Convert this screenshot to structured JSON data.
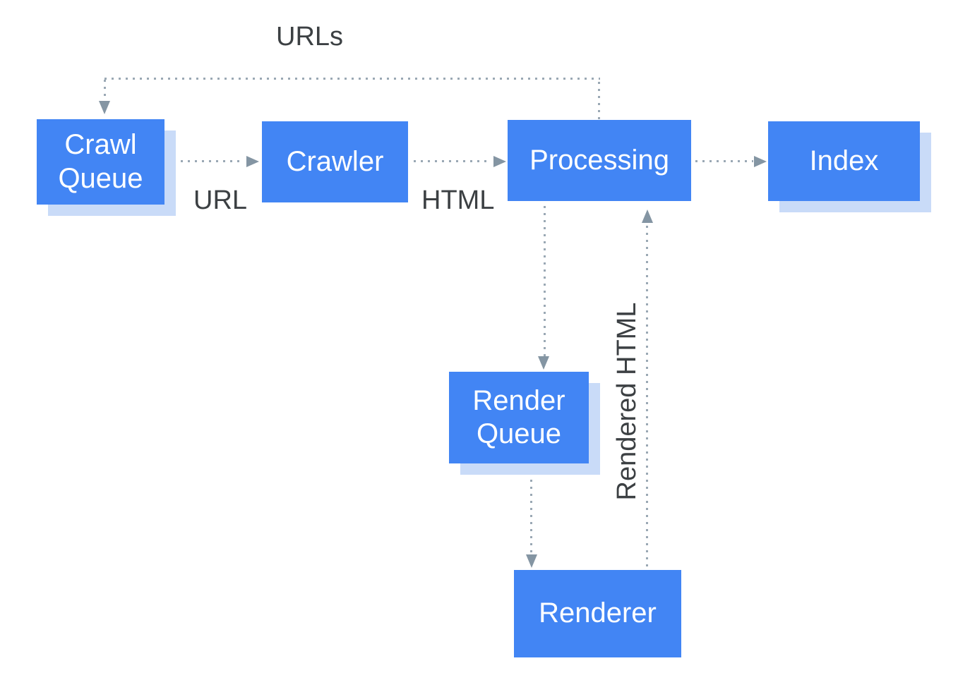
{
  "diagram_type": "flowchart",
  "colors": {
    "background": "#ffffff",
    "node_fill": "#4285f4",
    "node_text": "#ffffff",
    "node_shadow": "#c9dbf8",
    "connector": "#9aa8b4",
    "arrowhead": "#8495a3",
    "label_text": "#3c4043"
  },
  "nodes": {
    "crawl_queue": {
      "label": "Crawl Queue"
    },
    "crawler": {
      "label": "Crawler"
    },
    "processing": {
      "label": "Processing"
    },
    "index": {
      "label": "Index"
    },
    "render_queue": {
      "label": "Render Queue"
    },
    "renderer": {
      "label": "Renderer"
    }
  },
  "edge_labels": {
    "urls": "URLs",
    "url": "URL",
    "html": "HTML",
    "rendered_html": "Rendered HTML"
  },
  "edges": [
    {
      "from": "crawl_queue",
      "to": "crawler",
      "label": "URL",
      "style": "dotted"
    },
    {
      "from": "crawler",
      "to": "processing",
      "label": "HTML",
      "style": "dotted"
    },
    {
      "from": "processing",
      "to": "index",
      "label": "",
      "style": "dotted"
    },
    {
      "from": "processing",
      "to": "crawl_queue",
      "label": "URLs",
      "style": "dotted"
    },
    {
      "from": "processing",
      "to": "render_queue",
      "label": "",
      "style": "dotted"
    },
    {
      "from": "render_queue",
      "to": "renderer",
      "label": "",
      "style": "dotted"
    },
    {
      "from": "renderer",
      "to": "processing",
      "label": "Rendered HTML",
      "style": "dotted"
    }
  ]
}
